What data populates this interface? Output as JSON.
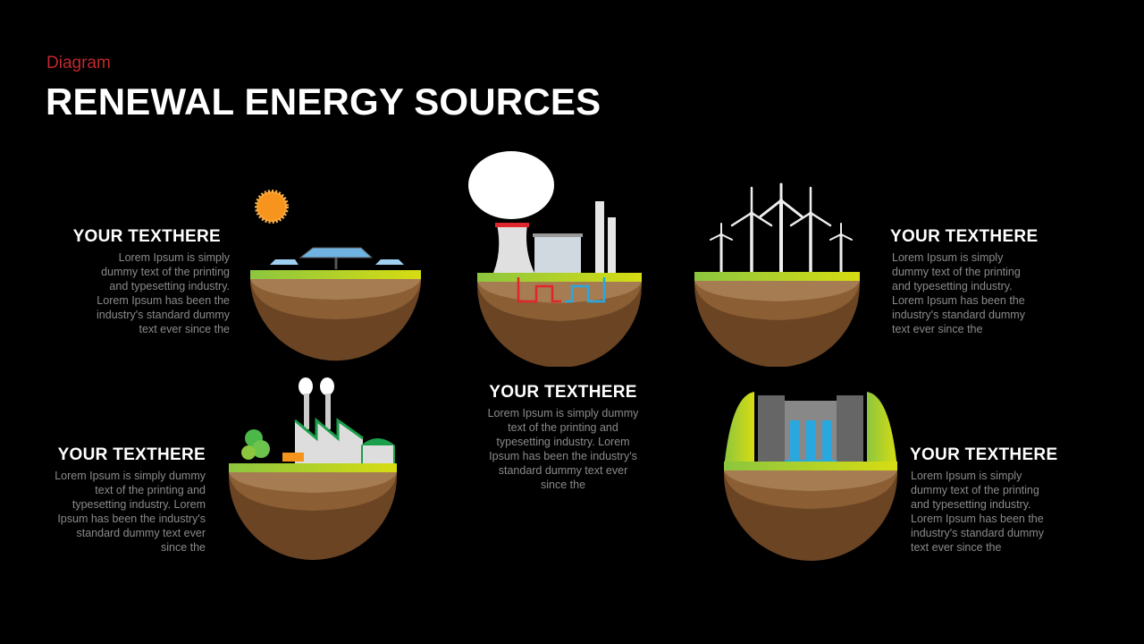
{
  "header": {
    "subtitle": "Diagram",
    "title": "RENEWAL ENERGY SOURCES"
  },
  "colors": {
    "accent": "#c0282d",
    "grass_left": "#8cc63f",
    "grass_right": "#d7dc12",
    "soil_light": "#a67c52",
    "soil_mid": "#8b5e34",
    "soil_dark": "#6b4423",
    "sun": "#f7941d",
    "water": "#29a8e0"
  },
  "items": [
    {
      "id": "solar",
      "icon": "solar-panel-icon",
      "heading": "YOUR TEXTHERE",
      "body": [
        "Lorem Ipsum is simply",
        "dummy text of the printing",
        "and typesetting industry.",
        "Lorem Ipsum has been the",
        "industry's standard dummy",
        "text ever  since the"
      ]
    },
    {
      "id": "geothermal",
      "icon": "geothermal-plant-icon",
      "heading": "YOUR TEXTHERE",
      "body": [
        "Lorem Ipsum is simply dummy",
        "text of the printing and",
        "typesetting industry. Lorem",
        "Ipsum has been the industry's",
        "standard dummy text ever",
        "since the"
      ]
    },
    {
      "id": "wind",
      "icon": "wind-turbine-icon",
      "heading": "YOUR TEXTHERE",
      "body": [
        "Lorem Ipsum is simply",
        "dummy text of the printing",
        "and typesetting industry.",
        "Lorem Ipsum has been the",
        "industry's standard dummy",
        "text ever  since the"
      ]
    },
    {
      "id": "biomass",
      "icon": "biomass-factory-icon",
      "heading": "YOUR TEXTHERE",
      "body": [
        "Lorem Ipsum is simply dummy",
        "text of the printing and",
        "typesetting industry. Lorem",
        "Ipsum has been the industry's",
        "standard dummy text ever",
        "since the"
      ]
    },
    {
      "id": "hydro",
      "icon": "hydro-dam-icon",
      "heading": "YOUR TEXTHERE",
      "body": [
        "Lorem Ipsum is simply",
        "dummy text of the printing",
        "and typesetting industry.",
        "Lorem Ipsum has been the",
        "industry's standard dummy",
        "text ever  since the"
      ]
    }
  ]
}
